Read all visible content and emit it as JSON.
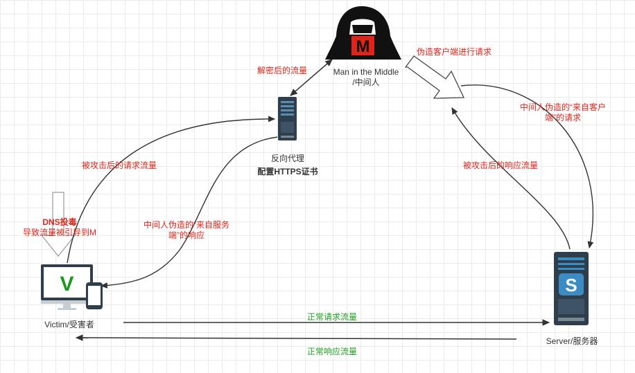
{
  "nodes": {
    "attacker": {
      "badge": "M",
      "label_line1": "Man in the Middle",
      "label_line2": "/中间人"
    },
    "proxy": {
      "label_line1": "反向代理",
      "label_line2": "配置HTTPS证书"
    },
    "victim": {
      "badge": "V",
      "label": "Victim/受害者"
    },
    "server": {
      "badge": "S",
      "label": "Server/服务器"
    }
  },
  "labels": {
    "decrypted_traffic": "解密后的流量",
    "forge_client_request": "伪造客户端进行请求",
    "mitm_forged_client_line1": "中间人伪造的“来自客户",
    "mitm_forged_client_line2": "端”的请求",
    "attacked_request_traffic": "被攻击后的请求流量",
    "attacked_response_traffic": "被攻击后的响应流量",
    "dns_poisoning_title": "DNS投毒",
    "dns_poisoning_desc": "导致流量被引导到M",
    "mitm_forged_server_line1": "中间人伪造的“来自服务",
    "mitm_forged_server_line2": "端”的响应",
    "normal_request": "正常请求流量",
    "normal_response": "正常响应流量"
  },
  "colors": {
    "red_text": "#e0241a",
    "green_text": "#1fa01f",
    "arrow": "#333333",
    "server_body": "#2f3e4c",
    "victim_badge": "#1a9a1a",
    "attacker_badge": "#e0241a"
  }
}
